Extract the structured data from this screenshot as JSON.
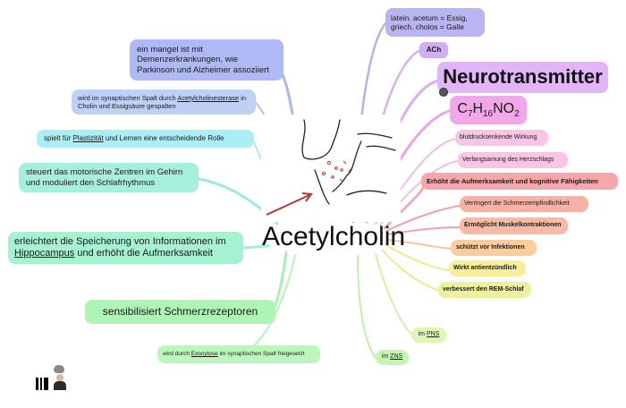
{
  "center": {
    "label": "Acetylcholin"
  },
  "right": {
    "etymology": "latein. acetum = Essig, griech. cholos = Galle",
    "abbr": "ACh",
    "type": "Neurotransmitter",
    "formula": {
      "c": "C",
      "c_n": "7",
      "h": "H",
      "h_n": "16",
      "rest": "NO",
      "o_n": "2"
    },
    "effects": [
      "blutdrucksenkende Wirkung",
      "Verlangsamung des Herzschlags",
      "Erhöht die Aufmerksamkeit und kognitive Fähigkeiten",
      "Verringert die Schmerzempfindlichkeit",
      "Ermöglicht Muskelkontraktionen",
      "schützt vor Infektionen",
      "Wirkt antientzündlich",
      "verbessert den REM-Schlaf"
    ],
    "pns": {
      "prefix": "im ",
      "term": "PNS"
    },
    "zns": {
      "prefix": "im ",
      "term": "ZNS"
    }
  },
  "left": {
    "dementia": "ein mangel ist mit Demenzerkrankungen, wie Parkinson und Alzheimer assoziiert",
    "cleavage": {
      "pre": "wird im synaptischen Spalt durch ",
      "term": "Acetylcholinesterase",
      "post": " in Cholin und Essigsäure gespalten"
    },
    "plasticity": {
      "pre": "spielt für ",
      "term": "Plastizität",
      "post": " und Lernen eine entscheidende Rolle"
    },
    "motor": "steuert das motorische Zentren im Gehirn und moduliert den Schlafrhythmus",
    "memory": {
      "pre": "erleichtert die Speicherung von Informationen im ",
      "term": "Hippocampus",
      "post": " und erhöht die Aufmerksamkeit"
    },
    "pain": "sensibilisiert Schmerzrezeptoren",
    "release": {
      "pre": "wird durch ",
      "term": "Exocytose",
      "post": " im synaptischen Spalt freigesetzt"
    }
  },
  "colors": {
    "blue": "#aeb8f4",
    "cyan": "#a9eef6",
    "teal": "#a5f0d6",
    "green": "#aef5b7",
    "purple": "#dcb2f6",
    "pink": "#f9b9dd",
    "salmon": "#f8a4a6",
    "orange": "#fbcf9f",
    "yellow": "#f6f39b"
  }
}
